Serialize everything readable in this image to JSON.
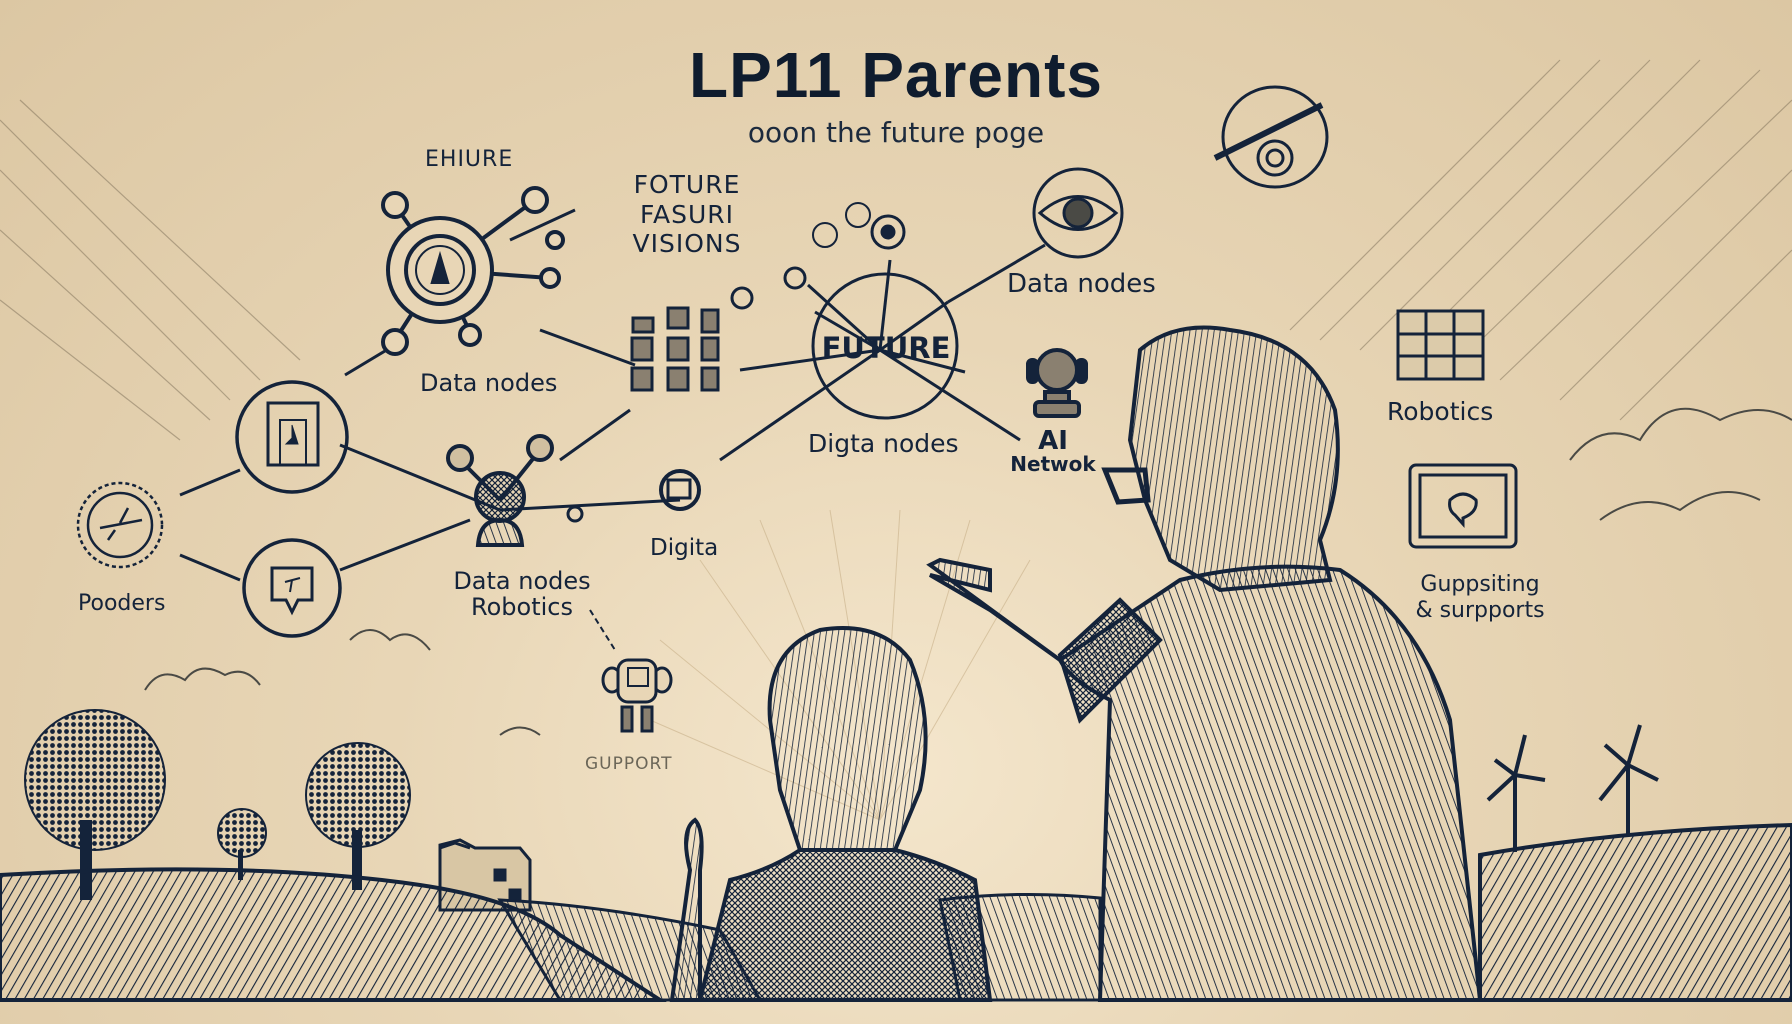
{
  "header": {
    "title": "LP11 Parents",
    "subtitle": "ooon the future poge"
  },
  "diagram": {
    "central_node": {
      "label": "FUTURE",
      "icon": "circle-hub"
    },
    "labels": [
      {
        "id": "ehiure",
        "text": "EHIURE"
      },
      {
        "id": "future-visions",
        "lines": [
          "FOTURE",
          "FASURI",
          "VISIONS"
        ]
      },
      {
        "id": "data-nodes-top-right",
        "text": "Data nodes"
      },
      {
        "id": "data-nodes-left",
        "text": "Data nodes"
      },
      {
        "id": "digta-nodes",
        "text": "Digta nodes"
      },
      {
        "id": "ai-network",
        "lines": [
          "AI",
          "Netwok"
        ]
      },
      {
        "id": "digita",
        "text": "Digita"
      },
      {
        "id": "data-nodes-robotics",
        "lines": [
          "Data nodes",
          "Robotics"
        ]
      },
      {
        "id": "poooers",
        "text": "Pooders"
      },
      {
        "id": "guport",
        "text": "GUPPORT"
      },
      {
        "id": "robotics-right",
        "text": "Robotics"
      },
      {
        "id": "supporting",
        "lines": [
          "Guppsiting",
          "& surpports"
        ]
      }
    ],
    "icons": [
      "gear-network-icon",
      "eye-icon",
      "server-rack-icon",
      "robot-head-icon",
      "elevator-box-icon",
      "airplane-badge-icon",
      "chat-bubble-icon",
      "person-node-icon",
      "monitor-icon",
      "small-robot-icon",
      "grid-table-icon",
      "tablet-chat-icon",
      "satellite-eye-icon"
    ]
  },
  "scene": {
    "figures": [
      "father-pointing",
      "child-looking"
    ],
    "landscape": [
      "trees",
      "farmhouse",
      "rolling-hills",
      "wind-turbines",
      "clouds",
      "sun-rays"
    ]
  },
  "colors": {
    "paper": "#e8d6b6",
    "ink": "#14233a",
    "faded_ink": "#6b6658"
  }
}
